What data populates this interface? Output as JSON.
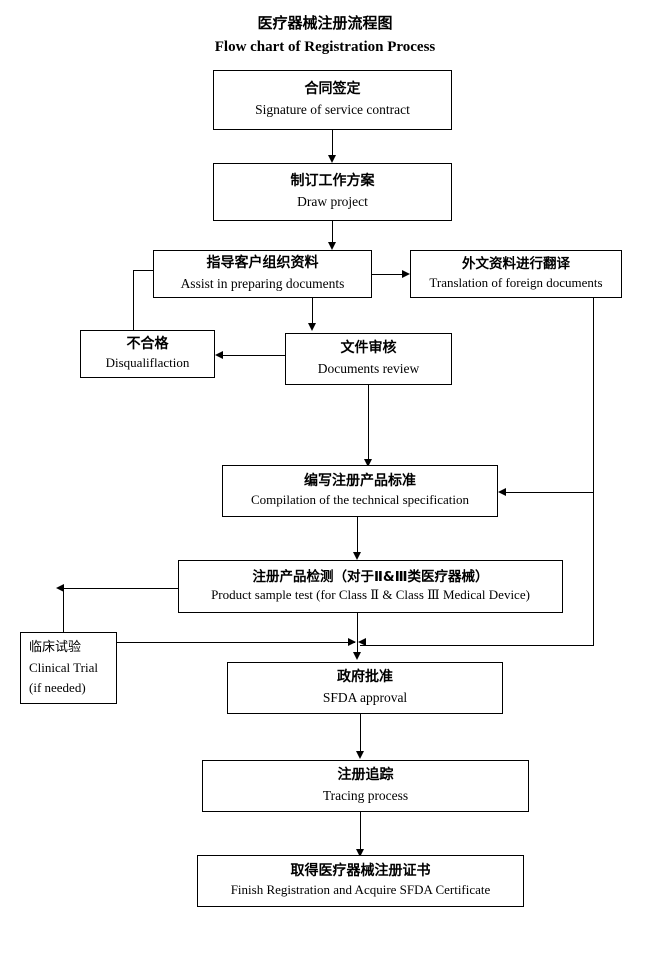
{
  "title": {
    "zh": "医疗器械注册流程图",
    "en": "Flow chart of Registration Process"
  },
  "colors": {
    "line": "#000000",
    "box_fill": "#ffffff",
    "text": "#000000",
    "background": "#ffffff"
  },
  "chart_data": {
    "type": "diagram",
    "diagram_kind": "flowchart",
    "orientation": "top-to-bottom",
    "title": "医疗器械注册流程图 / Flow chart of Registration Process",
    "nodes": [
      {
        "id": "contract",
        "zh": "合同签定",
        "en": "Signature of service contract"
      },
      {
        "id": "plan",
        "zh": "制订工作方案",
        "en": "Draw project"
      },
      {
        "id": "assist",
        "zh": "指导客户组织资料",
        "en": "Assist in preparing documents"
      },
      {
        "id": "translate",
        "zh": "外文资料进行翻译",
        "en": "Translation of foreign documents"
      },
      {
        "id": "disqualify",
        "zh": "不合格",
        "en": "Disqualiflaction"
      },
      {
        "id": "review",
        "zh": "文件审核",
        "en": "Documents review"
      },
      {
        "id": "spec",
        "zh": "编写注册产品标准",
        "en": "Compilation of the technical specification"
      },
      {
        "id": "sampletest",
        "zh": "注册产品检测（对于Ⅱ&Ⅲ类医疗器械）",
        "en": "Product sample test (for Class  Ⅱ & Class  Ⅲ  Medical Device)"
      },
      {
        "id": "clinical",
        "zh": "临床试验",
        "en": "Clinical Trial",
        "en2": "(if needed)"
      },
      {
        "id": "approval",
        "zh": "政府批准",
        "en": "SFDA approval"
      },
      {
        "id": "tracing",
        "zh": "注册追踪",
        "en": "Tracing process"
      },
      {
        "id": "finish",
        "zh": "取得医疗器械注册证书",
        "en": "Finish Registration and Acquire SFDA Certificate"
      }
    ],
    "edges": [
      {
        "from": "contract",
        "to": "plan",
        "label": ""
      },
      {
        "from": "plan",
        "to": "assist",
        "label": ""
      },
      {
        "from": "assist",
        "to": "translate",
        "label": ""
      },
      {
        "from": "assist",
        "to": "review",
        "label": ""
      },
      {
        "from": "review",
        "to": "disqualify",
        "label": ""
      },
      {
        "from": "disqualify",
        "to": "assist",
        "label": ""
      },
      {
        "from": "review",
        "to": "spec",
        "label": ""
      },
      {
        "from": "translate",
        "to": "spec",
        "label": ""
      },
      {
        "from": "spec",
        "to": "sampletest",
        "label": ""
      },
      {
        "from": "sampletest",
        "to": "clinical",
        "label": ""
      },
      {
        "from": "clinical",
        "to": "approval",
        "label": ""
      },
      {
        "from": "sampletest",
        "to": "approval",
        "label": ""
      },
      {
        "from": "translate",
        "to": "approval",
        "label": ""
      },
      {
        "from": "approval",
        "to": "tracing",
        "label": ""
      },
      {
        "from": "tracing",
        "to": "finish",
        "label": ""
      }
    ]
  }
}
